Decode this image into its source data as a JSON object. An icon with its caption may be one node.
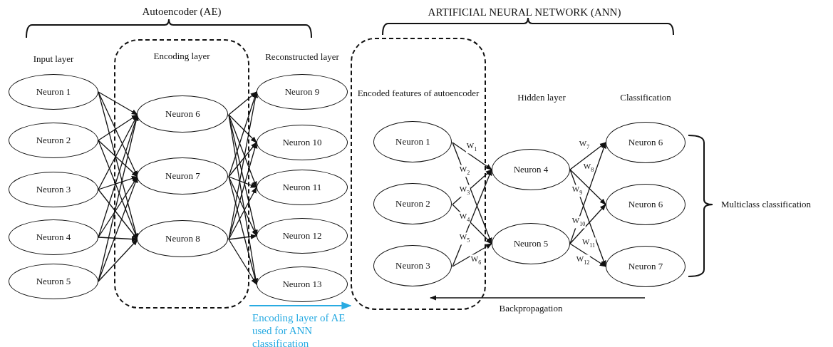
{
  "diagram": {
    "nodes": [
      {
        "text": [
          "Neuron 1"
        ]
      },
      {
        "text": [
          "Neuron 2"
        ]
      },
      {
        "text": [
          "Neuron 3"
        ]
      },
      {
        "text": [
          "Neuron 4"
        ]
      },
      {
        "text": [
          "Neuron 5"
        ]
      },
      {
        "text": [
          "Encoding layer"
        ]
      },
      {
        "text": [
          "Neuron 6"
        ],
        "in": 5
      },
      {
        "text": [
          "Neuron 7"
        ],
        "in": 5
      },
      {
        "text": [
          "Neuron 8"
        ],
        "in": 5
      },
      {
        "text": [
          "Neuron 9"
        ]
      },
      {
        "text": [
          "Neuron 10"
        ]
      },
      {
        "text": [
          "Neuron 11"
        ]
      },
      {
        "text": [
          "Neuron 12"
        ]
      },
      {
        "text": [
          "Neuron 13"
        ]
      },
      {
        "text": [
          "Encoded features of autoencoder"
        ]
      },
      {
        "text": [
          "Neuron 1"
        ],
        "in": 14
      },
      {
        "text": [
          "Neuron 2"
        ],
        "in": 14
      },
      {
        "text": [
          "Neuron 3"
        ],
        "in": 14
      },
      {
        "text": [
          "Neuron 4"
        ]
      },
      {
        "text": [
          "Neuron 5"
        ]
      },
      {
        "text": [
          "Neuron 6"
        ]
      },
      {
        "text": [
          "Neuron 6"
        ]
      },
      {
        "text": [
          "Neuron 7"
        ]
      }
    ],
    "edges": [
      {
        "from": 0,
        "to": 6,
        "arrow": "to"
      },
      {
        "from": 0,
        "to": 7,
        "arrow": "to"
      },
      {
        "from": 0,
        "to": 8,
        "arrow": "to"
      },
      {
        "from": 1,
        "to": 6,
        "arrow": "to"
      },
      {
        "from": 1,
        "to": 7,
        "arrow": "to"
      },
      {
        "from": 1,
        "to": 8,
        "arrow": "to"
      },
      {
        "from": 2,
        "to": 6,
        "arrow": "to"
      },
      {
        "from": 2,
        "to": 7,
        "arrow": "to"
      },
      {
        "from": 2,
        "to": 8,
        "arrow": "to"
      },
      {
        "from": 3,
        "to": 6,
        "arrow": "to"
      },
      {
        "from": 3,
        "to": 7,
        "arrow": "to"
      },
      {
        "from": 3,
        "to": 8,
        "arrow": "to"
      },
      {
        "from": 4,
        "to": 6,
        "arrow": "to"
      },
      {
        "from": 4,
        "to": 7,
        "arrow": "to"
      },
      {
        "from": 4,
        "to": 8,
        "arrow": "to"
      },
      {
        "from": 6,
        "to": 9,
        "arrow": "to"
      },
      {
        "from": 6,
        "to": 10,
        "arrow": "to"
      },
      {
        "from": 6,
        "to": 11,
        "arrow": "to"
      },
      {
        "from": 6,
        "to": 12,
        "arrow": "to"
      },
      {
        "from": 6,
        "to": 13,
        "arrow": "to"
      },
      {
        "from": 7,
        "to": 9,
        "arrow": "to"
      },
      {
        "from": 7,
        "to": 10,
        "arrow": "to"
      },
      {
        "from": 7,
        "to": 11,
        "arrow": "to"
      },
      {
        "from": 7,
        "to": 12,
        "arrow": "to"
      },
      {
        "from": 7,
        "to": 13,
        "arrow": "to"
      },
      {
        "from": 8,
        "to": 9,
        "arrow": "to"
      },
      {
        "from": 8,
        "to": 10,
        "arrow": "to"
      },
      {
        "from": 8,
        "to": 11,
        "arrow": "to"
      },
      {
        "from": 8,
        "to": 12,
        "arrow": "to"
      },
      {
        "from": 8,
        "to": 13,
        "arrow": "to"
      },
      {
        "from": 5,
        "to": 14,
        "arrow": "to",
        "label": "Encoding layer of AE used for ANN classification",
        "color": "#29abe2"
      },
      {
        "from": 15,
        "to": 18,
        "arrow": "to",
        "label": "W$_{1}$"
      },
      {
        "from": 15,
        "to": 19,
        "arrow": "to",
        "label": "W$_{2}$"
      },
      {
        "from": 16,
        "to": 18,
        "arrow": "to",
        "label": "W$_{3}$"
      },
      {
        "from": 16,
        "to": 19,
        "arrow": "to",
        "label": "W$_{4}$"
      },
      {
        "from": 17,
        "to": 18,
        "arrow": "to",
        "label": "W$_{5}$"
      },
      {
        "from": 17,
        "to": 19,
        "arrow": "to",
        "label": "W$_{6}$"
      },
      {
        "from": 18,
        "to": 20,
        "arrow": "to",
        "label": "W$_{7}$"
      },
      {
        "from": 18,
        "to": 21,
        "arrow": "to",
        "label": "W$_{8}$"
      },
      {
        "from": 18,
        "to": 22,
        "arrow": "to",
        "label": "W$_{9}$"
      },
      {
        "from": 19,
        "to": 20,
        "arrow": "to",
        "label": "W$_{10}$"
      },
      {
        "from": 19,
        "to": 21,
        "arrow": "to",
        "label": "W$_{11}$"
      },
      {
        "from": 19,
        "to": 22,
        "arrow": "to",
        "label": "W$_{12}$"
      }
    ],
    "labels": [
      "Autoencoder (AE)",
      "ARTIFICIAL NEURAL NETWORK (ANN)",
      "Input layer",
      "Reconstructed layer",
      "Hidden layer",
      "Classification",
      "Multiclass classification",
      "Backpropagation"
    ]
  }
}
